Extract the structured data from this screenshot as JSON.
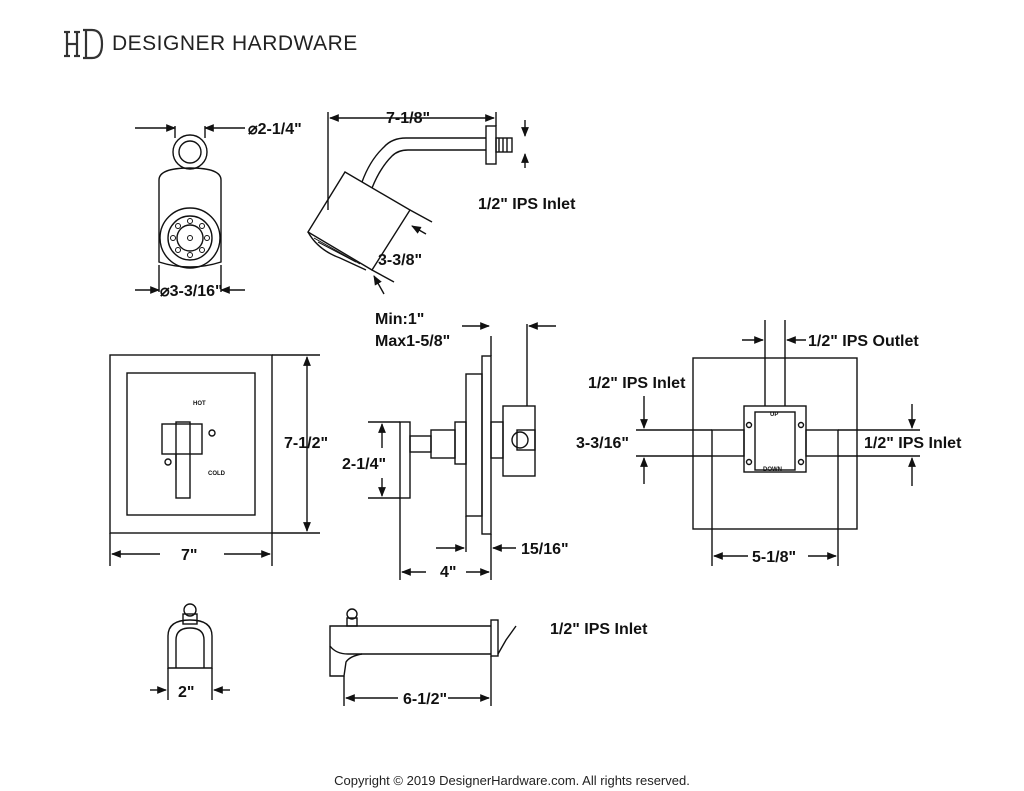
{
  "brand": {
    "name": "DESIGNER HARDWARE",
    "logo_icon": "dh-monogram-icon"
  },
  "shower_head_front": {
    "arm_diameter": "2-1/4\"",
    "head_diameter": "3-3/16\""
  },
  "shower_head_side": {
    "reach": "7-1/8\"",
    "inlet": "1/2\" IPS Inlet",
    "head_depth": "3-3/8\""
  },
  "valve_trim_front": {
    "hot_label": "HOT",
    "cold_label": "COLD",
    "height": "7-1/2\"",
    "width": "7\""
  },
  "valve_side": {
    "min_label": "Min:1\"",
    "max_label": "Max1-5/8\"",
    "handle_height": "2-1/4\"",
    "depth": "4\"",
    "body_depth": "15/16\""
  },
  "valve_back": {
    "outlet": "1/2\" IPS Outlet",
    "inlet_left": "1/2\" IPS Inlet",
    "inlet_right": "1/2\" IPS Inlet",
    "height": "3-3/16\"",
    "width": "5-1/8\"",
    "up_label": "UP",
    "down_label": "DOWN"
  },
  "tub_spout_front": {
    "width": "2\""
  },
  "tub_spout_side": {
    "inlet": "1/2\" IPS Inlet",
    "length": "6-1/2\""
  },
  "footer": {
    "copyright": "Copyright © 2019 DesignerHardware.com. All rights reserved."
  }
}
